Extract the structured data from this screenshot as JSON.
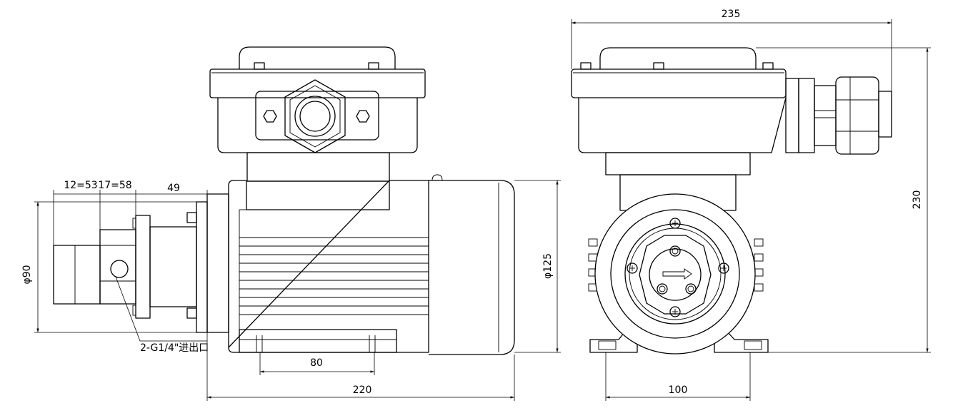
{
  "drawing": {
    "side_view": {
      "dim_pump_cover": "12=53",
      "dim_pump_body": "17=58",
      "dim_flange": "49",
      "dim_flange_diameter": "φ90",
      "dim_foot_holes": "80",
      "dim_overall_length": "220",
      "dim_motor_diameter": "φ125",
      "port_note": "2-G1/4\"进出口"
    },
    "end_view": {
      "dim_overall_width": "235",
      "dim_overall_height": "230",
      "dim_foot_width": "100"
    }
  },
  "colors": {
    "line": "#000000",
    "background": "#ffffff"
  }
}
